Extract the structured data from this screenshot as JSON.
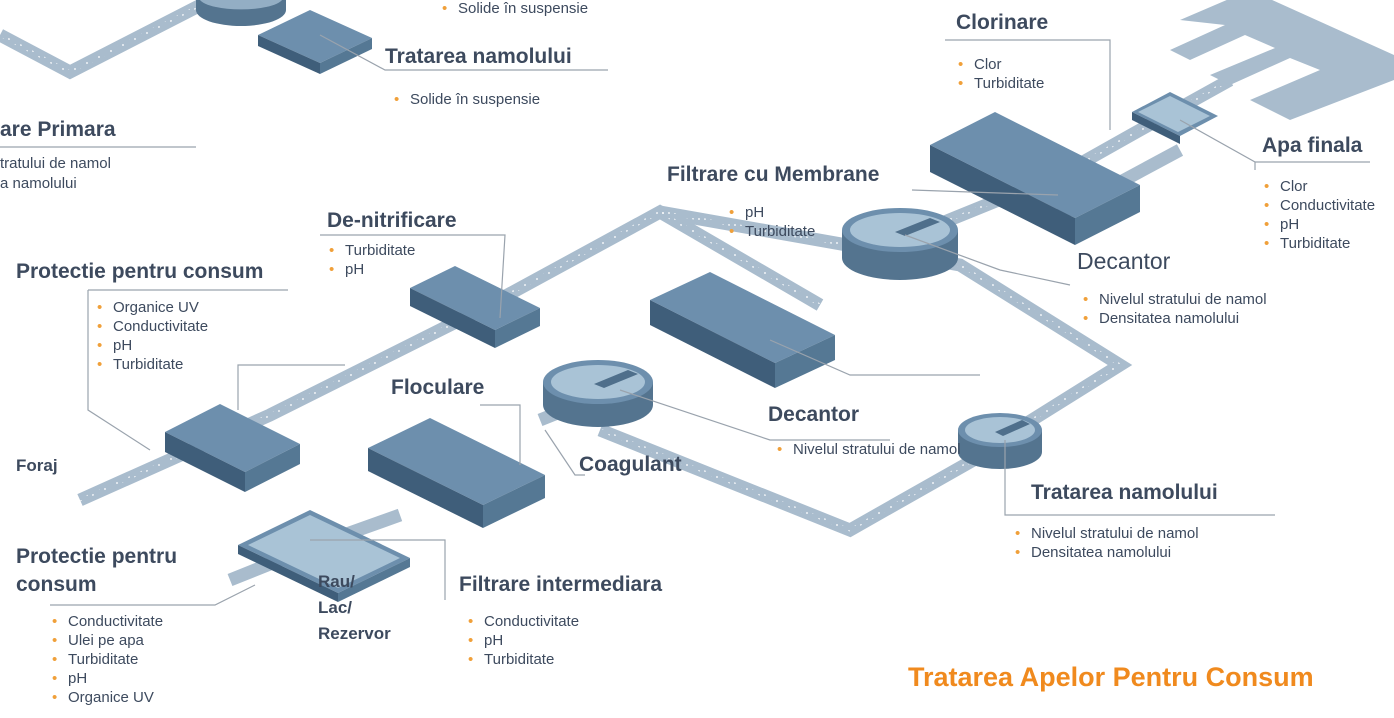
{
  "colors": {
    "equipment": "#5b7d9c",
    "pipe": "#a9bccd",
    "accent": "#f0a03a",
    "text": "#3d4a5e",
    "title": "#f08a1e"
  },
  "diagram": {
    "title": "Tratarea Apelor Pentru Consum",
    "top_solids": "Solide în suspensie",
    "sludge_top": {
      "title": "Tratarea namolului",
      "items": [
        "Solide în suspensie"
      ]
    },
    "primary": {
      "title": "are Primara",
      "items": [
        "tratului de namol",
        "a namolului"
      ]
    },
    "chlorination": {
      "title": "Clorinare",
      "items": [
        "Clor",
        "Turbiditate"
      ]
    },
    "final_water": {
      "title": "Apa finala",
      "items": [
        "Clor",
        "Conductivitate",
        "pH",
        "Turbiditate"
      ]
    },
    "membrane": {
      "title": "Filtrare cu Membrane",
      "items": [
        "pH",
        "Turbiditate"
      ]
    },
    "decantor_right": {
      "title": "Decantor",
      "items": [
        "Nivelul stratului de namol",
        "Densitatea namolului"
      ]
    },
    "denitrification": {
      "title": "De-nitrificare",
      "items": [
        "Turbiditate",
        "pH"
      ]
    },
    "protection_1": {
      "title": "Protectie pentru consum",
      "items": [
        "Organice UV",
        "Conductivitate",
        "pH",
        "Turbiditate"
      ]
    },
    "flocculation": {
      "title": "Floculare"
    },
    "decantor_center": {
      "title": "Decantor",
      "items": [
        "Nivelul stratului de namol"
      ]
    },
    "coagulant": {
      "title": "Coagulant"
    },
    "borehole": {
      "title": "Foraj"
    },
    "sludge_bottom": {
      "title": "Tratarea namolului",
      "items": [
        "Nivelul stratului de namol",
        "Densitatea namolului"
      ]
    },
    "protection_2": {
      "title_line1": "Protectie pentru",
      "title_line2": "consum",
      "items": [
        "Conductivitate",
        "Ulei pe apa",
        "Turbiditate",
        "pH",
        "Organice UV"
      ]
    },
    "river": {
      "line1": "Rau/",
      "line2": "Lac/",
      "line3": "Rezervor"
    },
    "intermediate": {
      "title": "Filtrare intermediara",
      "items": [
        "Conductivitate",
        "pH",
        "Turbiditate"
      ]
    }
  }
}
